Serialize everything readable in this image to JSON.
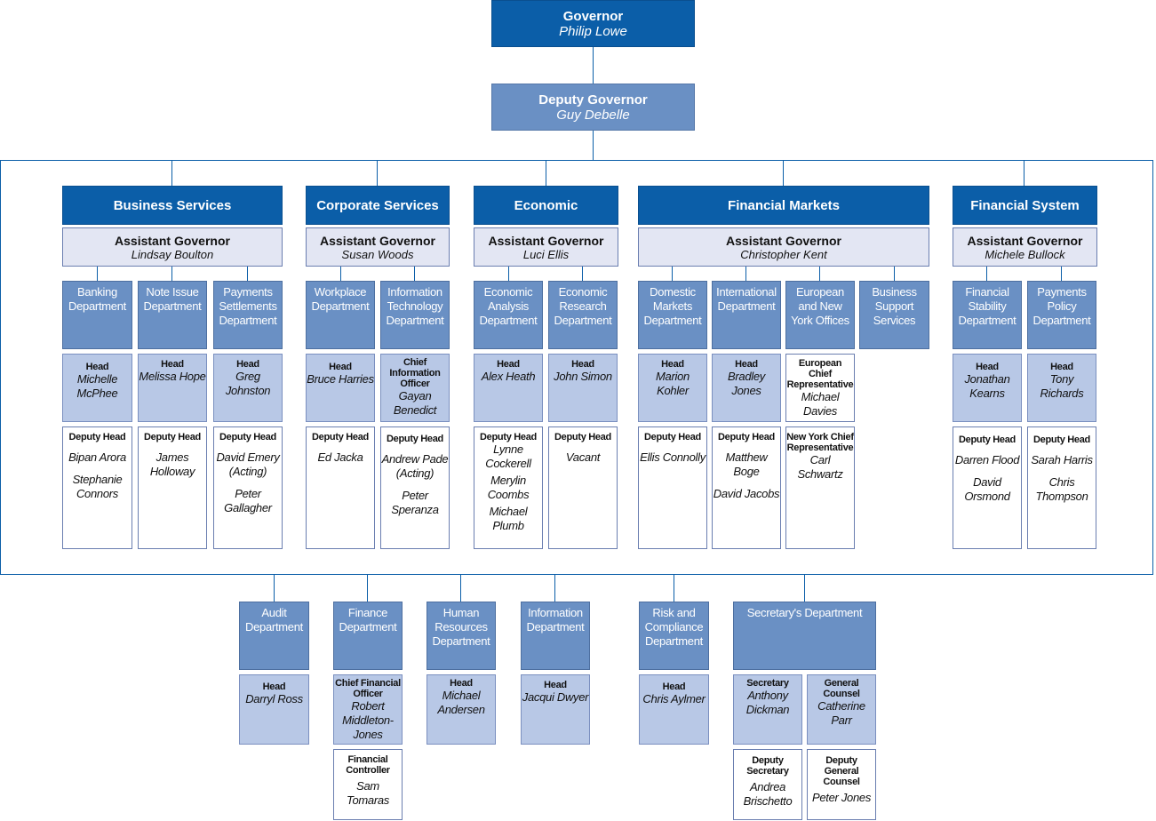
{
  "top": {
    "governor": {
      "title": "Governor",
      "name": "Philip Lowe"
    },
    "deputy": {
      "title": "Deputy Governor",
      "name": "Guy Debelle"
    }
  },
  "groups": [
    {
      "title": "Business Services",
      "ag_title": "Assistant Governor",
      "ag_name": "Lindsay Boulton"
    },
    {
      "title": "Corporate Services",
      "ag_title": "Assistant Governor",
      "ag_name": "Susan Woods"
    },
    {
      "title": "Economic",
      "ag_title": "Assistant Governor",
      "ag_name": "Luci Ellis"
    },
    {
      "title": "Financial Markets",
      "ag_title": "Assistant Governor",
      "ag_name": "Christopher Kent"
    },
    {
      "title": "Financial System",
      "ag_title": "Assistant Governor",
      "ag_name": "Michele Bullock"
    }
  ],
  "depts": [
    {
      "name": "Banking Department",
      "head_role": "Head",
      "head": "Michelle McPhee",
      "dep_role": "Deputy Head",
      "deps": [
        "Bipan Arora",
        "Stephanie Connors"
      ]
    },
    {
      "name": "Note Issue Department",
      "head_role": "Head",
      "head": "Melissa Hope",
      "dep_role": "Deputy Head",
      "deps": [
        "James Holloway"
      ]
    },
    {
      "name": "Payments Settlements Department",
      "head_role": "Head",
      "head": "Greg Johnston",
      "dep_role": "Deputy Head",
      "deps": [
        "David Emery (Acting)",
        "Peter Gallagher"
      ]
    },
    {
      "name": "Workplace Department",
      "head_role": "Head",
      "head": "Bruce Harries",
      "dep_role": "Deputy Head",
      "deps": [
        "Ed Jacka"
      ]
    },
    {
      "name": "Information Technology Department",
      "head_role": "Chief Information Officer",
      "head": "Gayan Benedict",
      "dep_role": "Deputy Head",
      "deps": [
        "Andrew Pade (Acting)",
        "Peter Speranza"
      ]
    },
    {
      "name": "Economic Analysis Department",
      "head_role": "Head",
      "head": "Alex Heath",
      "dep_role": "Deputy Head",
      "deps": [
        "Lynne Cockerell",
        "Merylin Coombs",
        "Michael Plumb"
      ]
    },
    {
      "name": "Economic Research Department",
      "head_role": "Head",
      "head": "John Simon",
      "dep_role": "Deputy Head",
      "deps": [
        "Vacant"
      ]
    },
    {
      "name": "Domestic Markets Department",
      "head_role": "Head",
      "head": "Marion Kohler",
      "dep_role": "Deputy Head",
      "deps": [
        "Ellis Connolly"
      ]
    },
    {
      "name": "International Department",
      "head_role": "Head",
      "head": "Bradley Jones",
      "dep_role": "Deputy Head",
      "deps": [
        "Matthew Boge",
        "David Jacobs"
      ]
    },
    {
      "name": "European and New York Offices",
      "head_role": "European Chief Representative",
      "head": "Michael Davies",
      "dep_role": "New York Chief Representative",
      "deps": [
        "Carl Schwartz"
      ]
    },
    {
      "name": "Business Support Services"
    },
    {
      "name": "Financial Stability Department",
      "head_role": "Head",
      "head": "Jonathan Kearns",
      "dep_role": "Deputy Head",
      "deps": [
        "Darren Flood",
        "David Orsmond"
      ]
    },
    {
      "name": "Payments Policy Department",
      "head_role": "Head",
      "head": "Tony Richards",
      "dep_role": "Deputy Head",
      "deps": [
        "Sarah Harris",
        "Chris Thompson"
      ]
    }
  ],
  "bottom": [
    {
      "name": "Audit Department",
      "head_role": "Head",
      "head": "Darryl Ross"
    },
    {
      "name": "Finance Department",
      "head_role": "Chief Financial Officer",
      "head": "Robert Middleton-Jones",
      "sub_role": "Financial Controller",
      "sub": "Sam Tomaras"
    },
    {
      "name": "Human Resources Department",
      "head_role": "Head",
      "head": "Michael Andersen"
    },
    {
      "name": "Information Department",
      "head_role": "Head",
      "head": "Jacqui Dwyer"
    },
    {
      "name": "Risk and Compliance Department",
      "head_role": "Head",
      "head": "Chris Aylmer"
    },
    {
      "name": "Secretary's Department",
      "secretary_role": "Secretary",
      "secretary": "Anthony Dickman",
      "counsel_role": "General Counsel",
      "counsel": "Catherine Parr",
      "dep_sec_role": "Deputy Secretary",
      "dep_sec": "Andrea Brischetto",
      "dep_counsel_role": "Deputy General Counsel",
      "dep_counsel": "Peter Jones"
    }
  ]
}
